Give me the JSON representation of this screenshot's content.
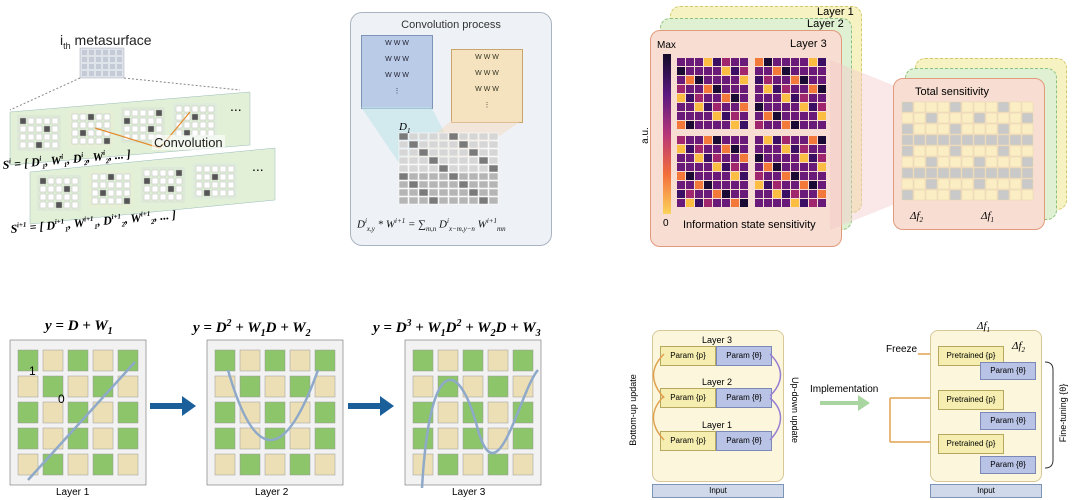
{
  "panel_a": {
    "metasurface_label": "i",
    "metasurface_sub": "th",
    "metasurface_rest": " metasurface",
    "convolution": "Convolution",
    "s_i": "S",
    "s_i_eq": "= [ D",
    "s_i_rest": ", W",
    "s_i_tail": ", D",
    "s_i_tail2": ", W",
    "s_i_end": ", ... ]",
    "s_i1_eq": "= [ D",
    "dots": "..."
  },
  "panel_b": {
    "title": "Convolution process",
    "d_label": "D",
    "d_sub": "1",
    "formula": "D",
    "formula_sup": "i",
    "formula_sub": "x,y",
    "formula_rest": " * W",
    "formula_rest_sup": "i+1",
    "formula_eq": " = ∑",
    "formula_sum_sub": "m,n",
    "formula_rhs": " D",
    "formula_rhs_sup": "i",
    "formula_rhs_sub": "x−m,y−n",
    "formula_rhs2": " W",
    "formula_rhs2_sup": "i+1",
    "formula_rhs2_sub": "mn",
    "kernel_vdots": "⋮"
  },
  "panel_c": {
    "layer1": "Layer 1",
    "layer2": "Layer 2",
    "layer3": "Layer 3",
    "max": "Max",
    "au": "a.u.",
    "zero": "0",
    "info_label": "Information state sensitivity",
    "total_label": "Total sensitivity",
    "df2": "Δf",
    "df2_sub": "2",
    "df1": "Δf",
    "df1_sub": "1"
  },
  "panel_d": {
    "eq1": "y = D + W",
    "eq1_sub": "1",
    "eq2_a": "y = D",
    "eq2_sup": "2",
    "eq2_b": " + W",
    "eq2_sub1": "1",
    "eq2_c": "D + W",
    "eq2_sub2": "2",
    "eq3_a": "y = D",
    "eq3_sup": "3",
    "eq3_b": " + W",
    "eq3_sub1": "1",
    "eq3_c": "D",
    "eq3_sup2": "2",
    "eq3_d": " + W",
    "eq3_sub2": "2",
    "eq3_e": "D + W",
    "eq3_sub3": "3",
    "cell_one": "1",
    "cell_zero": "0",
    "label1": "Layer 1",
    "label2": "Layer 2",
    "label3": "Layer 3"
  },
  "panel_e": {
    "layer3": "Layer 3",
    "layer2": "Layer 2",
    "layer1": "Layer 1",
    "param_p": "Param {p}",
    "param_theta": "Param {θ}",
    "input": "Input",
    "bottom_up": "Bottom-up update",
    "up_down": "Up-down update",
    "implementation": "Implementation",
    "freeze": "Freeze",
    "pretrained": "Pretrained {p}",
    "fine_tuning": "Fine-tuning {θ}",
    "df1": "Δf",
    "df1_sub": "1",
    "df2": "Δf",
    "df2_sub": "2"
  },
  "colors": {
    "green": "#8cc56a",
    "beige": "#ecdfb6",
    "light_green_bg": "#e3f0d8",
    "beige_bg": "#f7ecd0",
    "blue_bg": "#dbe4f3",
    "param_p": "#f6eeb0",
    "param_theta": "#b9c3e6",
    "arrow_blue": "#1a5f9a",
    "curve": "#8fa9c9"
  }
}
